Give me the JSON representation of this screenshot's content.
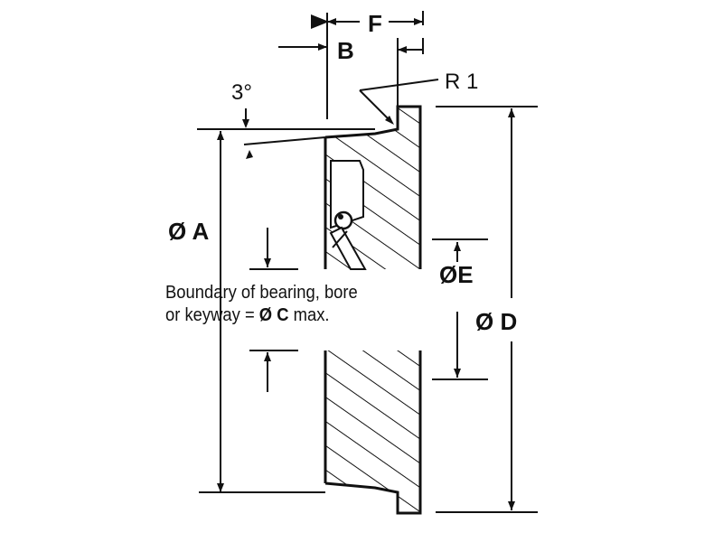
{
  "diagram": {
    "labels": {
      "F": "F",
      "B": "B",
      "R1": "R 1",
      "angle": "3°",
      "diaA": "Ø A",
      "diaD": "Ø D",
      "diaE": "ØE"
    },
    "note": {
      "line1": "Boundary of bearing, bore",
      "line2_prefix": "or keyway = ",
      "line2_symbol": "Ø C",
      "line2_suffix": " max."
    }
  }
}
